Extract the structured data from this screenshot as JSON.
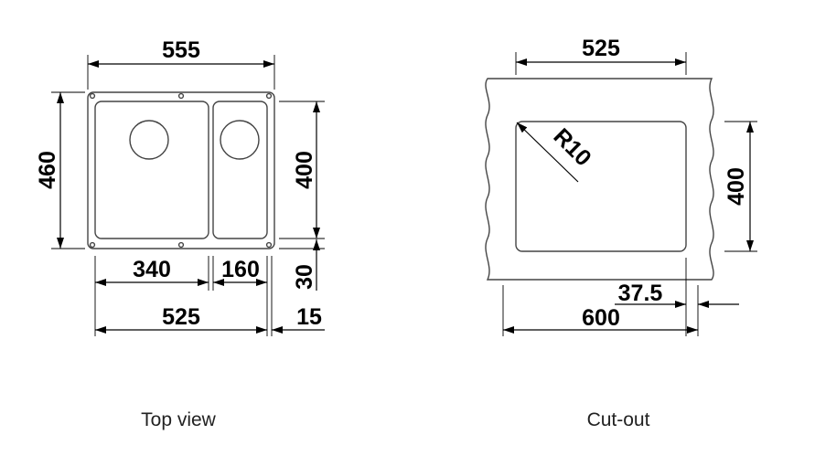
{
  "top_view": {
    "caption": "Top view",
    "dims": {
      "overall_width": "555",
      "overall_depth": "460",
      "bowl_depth": "400",
      "main_bowl_width": "340",
      "small_bowl_width": "160",
      "inner_width": "525",
      "side_offset": "30",
      "rim_offset": "15"
    }
  },
  "cut_out": {
    "caption": "Cut-out",
    "dims": {
      "width": "525",
      "radius": "R10",
      "depth": "400",
      "offset": "37.5",
      "cabinet_width": "600"
    }
  }
}
